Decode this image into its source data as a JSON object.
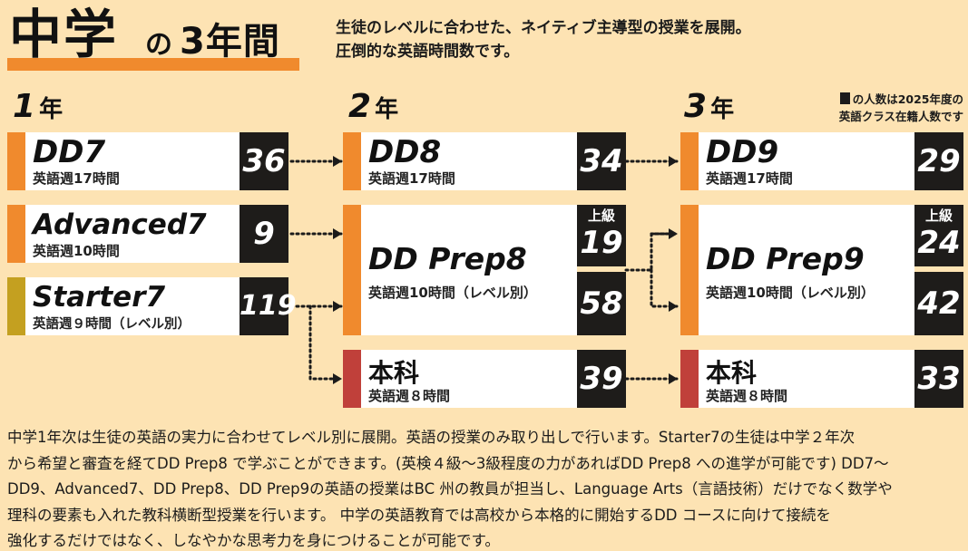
{
  "header": {
    "title_main": "中学",
    "title_no": "の",
    "title_years": "3年間",
    "subtitle_line1": "生徒のレベルに合わせた、ネイティブ主導型の授業を展開。",
    "subtitle_line2": "圧倒的な英語時間数です。"
  },
  "years": {
    "y1": {
      "num": "1",
      "suffix": "年"
    },
    "y2": {
      "num": "2",
      "suffix": "年"
    },
    "y3": {
      "num": "3",
      "suffix": "年"
    }
  },
  "note": {
    "line1": "の人数は2025年度の",
    "line2": "英語クラス在籍人数です"
  },
  "courses": {
    "dd7": {
      "name": "DD7",
      "hours": "英語週17時間",
      "count": "36"
    },
    "advanced7": {
      "name": "Advanced7",
      "hours": "英語週10時間",
      "count": "9"
    },
    "starter7": {
      "name": "Starter7",
      "hours": "英語週９時間（レベル別）",
      "count": "119"
    },
    "dd8": {
      "name": "DD8",
      "hours": "英語週17時間",
      "count": "34"
    },
    "ddprep8": {
      "name": "DD Prep8",
      "hours": "英語週10時間（レベル別）",
      "upper_tag": "上級",
      "upper_count": "19",
      "count": "58"
    },
    "honka8": {
      "name": "本科",
      "hours": "英語週８時間",
      "count": "39"
    },
    "dd9": {
      "name": "DD9",
      "hours": "英語週17時間",
      "count": "29"
    },
    "ddprep9": {
      "name": "DD Prep9",
      "hours": "英語週10時間（レベル別）",
      "upper_tag": "上級",
      "upper_count": "24",
      "count": "42"
    },
    "honka9": {
      "name": "本科",
      "hours": "英語週８時間",
      "count": "33"
    }
  },
  "body": {
    "line1": "中学1年次は生徒の英語の実力に合わせてレベル別に展開。英語の授業のみ取り出しで行います。Starter7の生徒は中学２年次",
    "line2": "から希望と審査を経てDD Prep8 で学ぶことができます。(英検４級～3級程度の力があればDD Prep8 への進学が可能です) DD7～",
    "line3": "DD9、Advanced7、DD Prep8、DD Prep9の英語の授業はBC 州の教員が担当し、Language Arts（言語技術）だけでなく数学や",
    "line4": "理科の要素も入れた教科横断型授業を行います。 中学の英語教育では高校から本格的に開始するDD コースに向けて接続を",
    "line5": "強化するだけではなく、しなやかな思考力を身につけることが可能です。"
  },
  "colors": {
    "background": "#fde3b3",
    "accent_orange": "#f08a2d",
    "starter_olive": "#c4a020",
    "honka_red": "#c0403a",
    "count_dark": "#1e1c1a"
  }
}
